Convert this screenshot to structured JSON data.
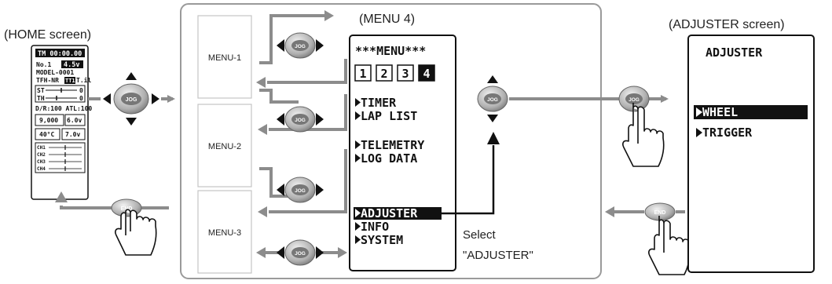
{
  "home_screen": {
    "caption": "(HOME screen)",
    "timer": "TM 00:00.00",
    "model_no": "No.1",
    "voltage": "4.5v",
    "model_name": "MODEL-0001",
    "mode_line": "TFH-NR",
    "mode_badge": "TT1",
    "mode_suffix": "T.il",
    "st_label": "ST",
    "st_value": "0",
    "th_label": "TH",
    "th_value": "0",
    "dr_line": "D/R:100 ATL:100",
    "rpm": "9,000",
    "batt1": "6.0v",
    "temp": "40°C",
    "batt2": "7.0v",
    "channels": [
      "CH1",
      "CH2",
      "CH3",
      "CH4"
    ]
  },
  "jog_label": "JOG",
  "end_label": "END",
  "menus": [
    "MENU-1",
    "MENU-2",
    "MENU-3"
  ],
  "menu4": {
    "caption": "(MENU 4)",
    "header": "***MENU***",
    "pages": [
      "1",
      "2",
      "3",
      "4"
    ],
    "items": [
      "TIMER",
      "LAP LIST",
      "TELEMETRY",
      "LOG DATA",
      "ADJUSTER",
      "INFO",
      "SYSTEM"
    ],
    "selected": "ADJUSTER"
  },
  "select_note": {
    "line1": "Select",
    "line2": "\"ADJUSTER\""
  },
  "adjuster_screen": {
    "caption": "(ADJUSTER screen)",
    "title": "ADJUSTER",
    "items": [
      "WHEEL",
      "TRIGGER"
    ],
    "selected": "WHEEL"
  },
  "colors": {
    "arrow": "#8c8c8c",
    "jog_body": "#b5b5b5",
    "frame": "#9a9a9a",
    "screen_ink": "#111111"
  }
}
